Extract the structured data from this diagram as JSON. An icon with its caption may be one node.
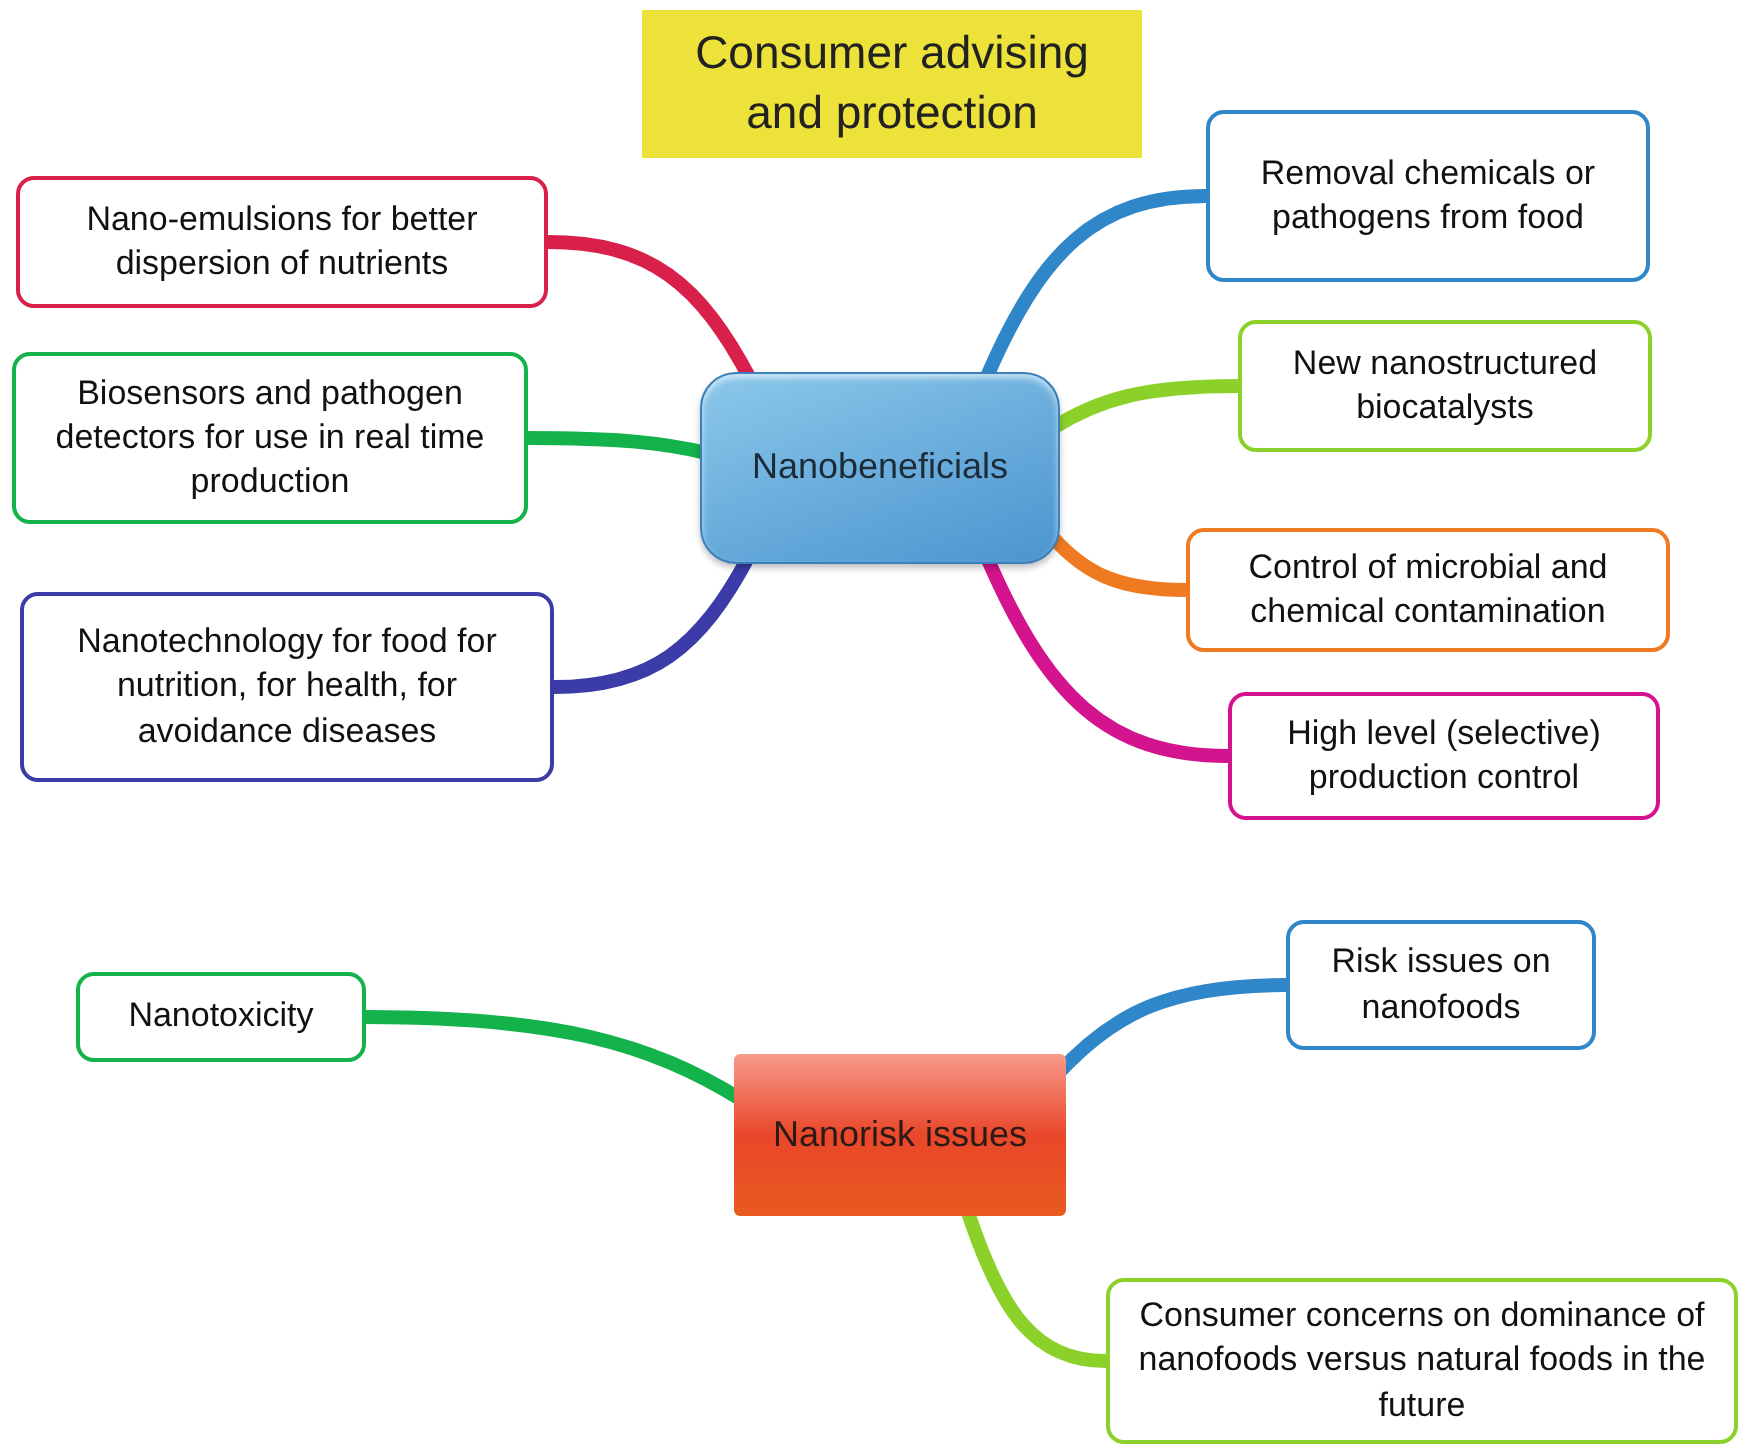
{
  "diagram": {
    "nodes": [
      {
        "text": [
          "Consumer advising and protection"
        ]
      },
      {
        "text": [
          "Nano-emulsions for better dispersion of nutrients"
        ]
      },
      {
        "text": [
          "Biosensors and pathogen detectors for use in real time production"
        ]
      },
      {
        "text": [
          "Nanotechnology for food for nutrition, for health, for avoidance diseases"
        ]
      },
      {
        "text": [
          "Nanobeneficials"
        ]
      },
      {
        "text": [
          "Removal chemicals or pathogens from food"
        ]
      },
      {
        "text": [
          "New nanostructured biocatalysts"
        ]
      },
      {
        "text": [
          "Control of microbial and chemical contamination"
        ]
      },
      {
        "text": [
          "High level (selective) production control"
        ]
      },
      {
        "text": [
          "Nanotoxicity"
        ]
      },
      {
        "text": [
          "Nanorisk issues"
        ]
      },
      {
        "text": [
          "Risk issues on nanofoods"
        ]
      },
      {
        "text": [
          "Consumer concerns on dominance of nanofoods versus natural foods in the future"
        ]
      }
    ],
    "edges": [
      {
        "from": 4,
        "to": 1,
        "arrow": "none",
        "color": "#d9204a"
      },
      {
        "from": 4,
        "to": 2,
        "arrow": "none",
        "color": "#13b24a"
      },
      {
        "from": 4,
        "to": 3,
        "arrow": "none",
        "color": "#3c3ca8"
      },
      {
        "from": 4,
        "to": 5,
        "arrow": "none",
        "color": "#2f86c8"
      },
      {
        "from": 4,
        "to": 6,
        "arrow": "none",
        "color": "#8cd12a"
      },
      {
        "from": 4,
        "to": 7,
        "arrow": "none",
        "color": "#f07a22"
      },
      {
        "from": 4,
        "to": 8,
        "arrow": "none",
        "color": "#d3148e"
      },
      {
        "from": 10,
        "to": 9,
        "arrow": "none",
        "color": "#13b24a"
      },
      {
        "from": 10,
        "to": 11,
        "arrow": "none",
        "color": "#2f86c8"
      },
      {
        "from": 10,
        "to": 12,
        "arrow": "none",
        "color": "#8cd12a"
      }
    ]
  }
}
